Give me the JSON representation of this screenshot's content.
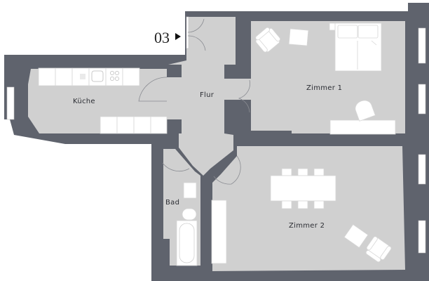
{
  "unit": {
    "number": "03",
    "entrance_marker": "arrow-right"
  },
  "colors": {
    "wall": "#5f636d",
    "floor": "#d0d0d0",
    "furniture": "#ffffff",
    "background": "#ffffff",
    "label": "#2b2d33"
  },
  "rooms": [
    {
      "id": "kueche",
      "label": "Küche"
    },
    {
      "id": "flur",
      "label": "Flur"
    },
    {
      "id": "zimmer1",
      "label": "Zimmer 1"
    },
    {
      "id": "zimmer2",
      "label": "Zimmer 2"
    },
    {
      "id": "bad",
      "label": "Bad"
    }
  ]
}
